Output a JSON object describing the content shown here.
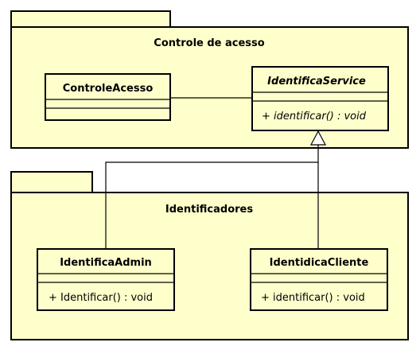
{
  "packages": [
    {
      "id": "pkg-controle",
      "title": "Controle de acesso"
    },
    {
      "id": "pkg-identificadores",
      "title": "Identificadores"
    }
  ],
  "classes": [
    {
      "id": "controle-acesso",
      "name": "ControleAcesso",
      "abstract": false,
      "operations": []
    },
    {
      "id": "identifica-service",
      "name": "IdentificaService",
      "abstract": true,
      "operations": [
        "+ identificar() : void"
      ]
    },
    {
      "id": "identifica-admin",
      "name": "IdentificaAdmin",
      "abstract": false,
      "operations": [
        "+ Identificar() : void"
      ]
    },
    {
      "id": "identidica-cliente",
      "name": "IdentidicaCliente",
      "abstract": false,
      "operations": [
        "+ identificar() : void"
      ]
    }
  ],
  "colors": {
    "fill": "#ffffcc",
    "stroke": "#000000"
  }
}
